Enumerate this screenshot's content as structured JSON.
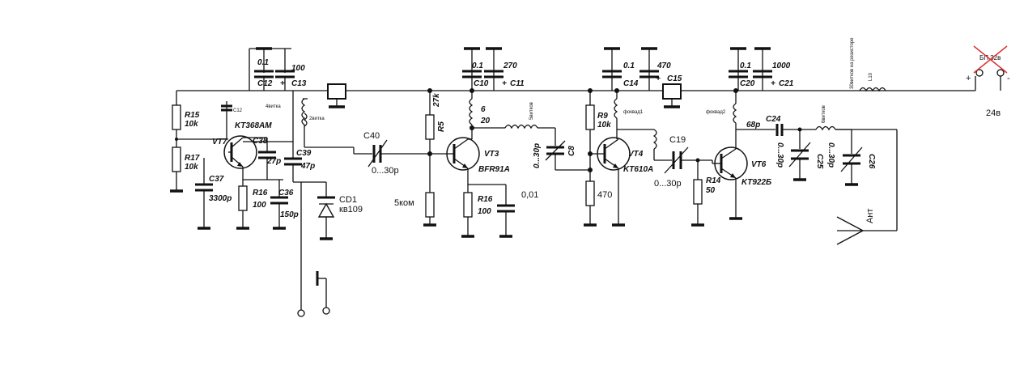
{
  "labels": {
    "c12_val": "0.1",
    "c12": "C12",
    "c13_val": "100",
    "c13": "C13",
    "c10_val": "0.1",
    "c10": "C10",
    "c11_val": "270",
    "c11": "C11",
    "c14_val": "0.1",
    "c14": "C14",
    "c15_val": "470",
    "c15": "C15",
    "c20_val": "0.1",
    "c20": "C20",
    "c21_val": "1000",
    "c21": "C21",
    "r15": "R15",
    "r15_val": "10k",
    "r17": "R17",
    "r17_val": "10k",
    "c37": "C37",
    "c37_val": "3300p",
    "vt7": "VT7",
    "vt7_type": "KT368AM",
    "c38": "C38",
    "c38_val": "27p",
    "c39": "C39",
    "c39_val": "47p",
    "r16a": "R16",
    "r16a_val": "100",
    "c36": "C36",
    "c36_val": "150p",
    "cd1": "CD1",
    "cd1_type": "кв109",
    "l_4vitka": "4витка",
    "l_2vitka": "2витка",
    "c40": "C40",
    "c40_val": "0...30p",
    "r5_val": "27k",
    "r5": "R5",
    "r_5kom": "5ком",
    "l_6": "6",
    "l_20": "20",
    "vt3": "VT3",
    "vt3_type": "BFR91A",
    "r16b": "R16",
    "r16b_val": "100",
    "c_001": "0,01",
    "l_5vitkov": "5витков",
    "c8": "C8",
    "c8_val": "0...30p",
    "r9": "R9",
    "r9_val": "10k",
    "vt4": "VT4",
    "vt4_type": "KT610A",
    "r_470": "470",
    "c19": "C19",
    "c19_val": "0...30p",
    "r14": "R14",
    "r14_val": "50",
    "vt6": "VT6",
    "vt6_type": "KT922Б",
    "c24": "C24",
    "c24_val": "68p",
    "c24_trim": "0...30p",
    "c25": "C25",
    "c26": "C26",
    "c26_trim": "0...30p",
    "ant": "Ант",
    "psu": "БП 32в",
    "v24": "24в",
    "plus": "+",
    "minus": "-",
    "plus_cap": "+",
    "l10": "L10",
    "vitkov_na_rez": "30витков на резисторе",
    "dr_label": "фоквад1",
    "dr_label2": "фоквад2",
    "vitkov_l": "6витков"
  }
}
